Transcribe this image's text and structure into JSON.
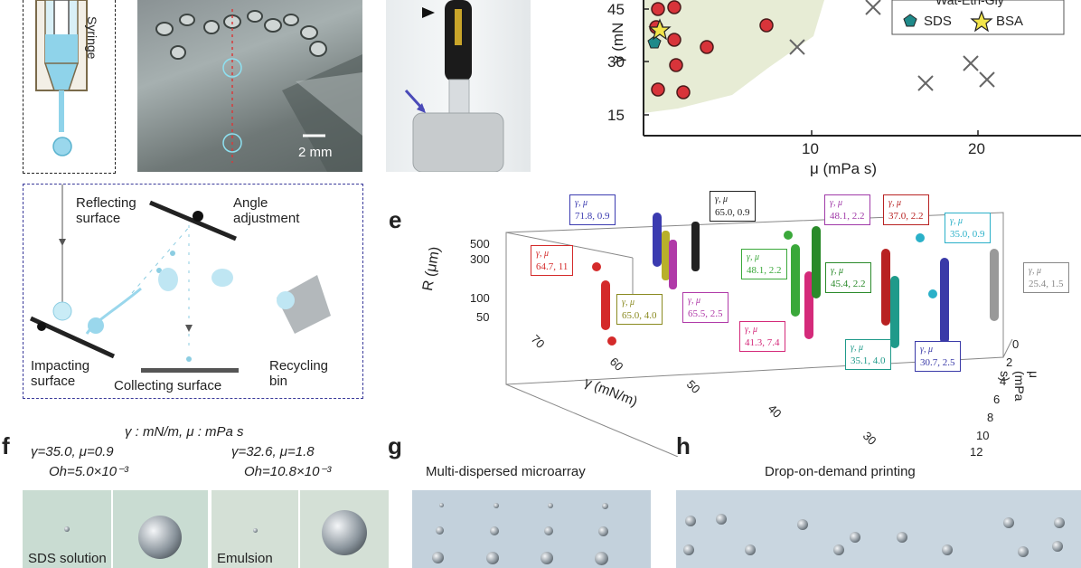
{
  "panel_a": {
    "syringe_label": "Syringe",
    "scale_bar": "2 mm"
  },
  "panel_b": {
    "reflecting_surface": "Reflecting surface",
    "angle_adjustment": "Angle adjustment",
    "impacting_surface": "Impacting surface",
    "collecting_surface": "Collecting surface",
    "recycling_bin": "Recycling bin"
  },
  "panel_d": {
    "ylabel": "γ (mN",
    "xlabel": "μ (mPa s)",
    "legend_top": "Wat-Eth-Gly",
    "legend_sds": "SDS",
    "legend_bsa": "BSA",
    "y_ticks": [
      "45",
      "30",
      "15"
    ],
    "x_ticks": [
      "10",
      "20"
    ]
  },
  "panel_e": {
    "letter": "e",
    "zlabel": "R (μm)",
    "z_ticks": [
      "500",
      "300",
      "100",
      "50"
    ],
    "y_axis_label": "γ (mN/m)",
    "y_ticks": [
      "70",
      "60",
      "50",
      "40",
      "30"
    ],
    "mu_axis_label": "μ (mPa s)",
    "mu_ticks": [
      "0",
      "2",
      "4",
      "6",
      "8",
      "10",
      "12"
    ],
    "tag_header": "γ,  μ",
    "tags": [
      {
        "value": "71.8, 0.9",
        "color": "#3b3bb0"
      },
      {
        "value": "65.0, 0.9",
        "color": "#222222"
      },
      {
        "value": "64.7, 11",
        "color": "#d42a2a"
      },
      {
        "value": "65.0, 4.0",
        "color": "#8a8a20"
      },
      {
        "value": "65.5, 2.5",
        "color": "#b03aa8"
      },
      {
        "value": "48.1, 2.2",
        "color": "#3aa83a"
      },
      {
        "value": "41.3, 7.4",
        "color": "#d42a7a"
      },
      {
        "value": "48.1, 2.2",
        "color": "#a03aa8"
      },
      {
        "value": "37.0, 2.2",
        "color": "#b82222"
      },
      {
        "value": "45.4, 2.2",
        "color": "#2a8a2a"
      },
      {
        "value": "35.0, 0.9",
        "color": "#2ab0c8"
      },
      {
        "value": "25.4, 1.5",
        "color": "#888888"
      },
      {
        "value": "35.1, 4.0",
        "color": "#1f9a8a"
      },
      {
        "value": "30.7, 2.5",
        "color": "#3a3aa8"
      }
    ]
  },
  "panel_f": {
    "letter": "f",
    "units": "γ : mN/m, μ : mPa s",
    "left_params": "γ=35.0, μ=0.9",
    "left_oh": "Oh=5.0×10⁻³",
    "right_params": "γ=32.6, μ=1.8",
    "right_oh": "Oh=10.8×10⁻³",
    "left_caption": "SDS solution",
    "right_caption": "Emulsion"
  },
  "panel_g": {
    "letter": "g",
    "title": "Multi-dispersed microarray"
  },
  "panel_h": {
    "letter": "h",
    "title": "Drop-on-demand printing"
  }
}
